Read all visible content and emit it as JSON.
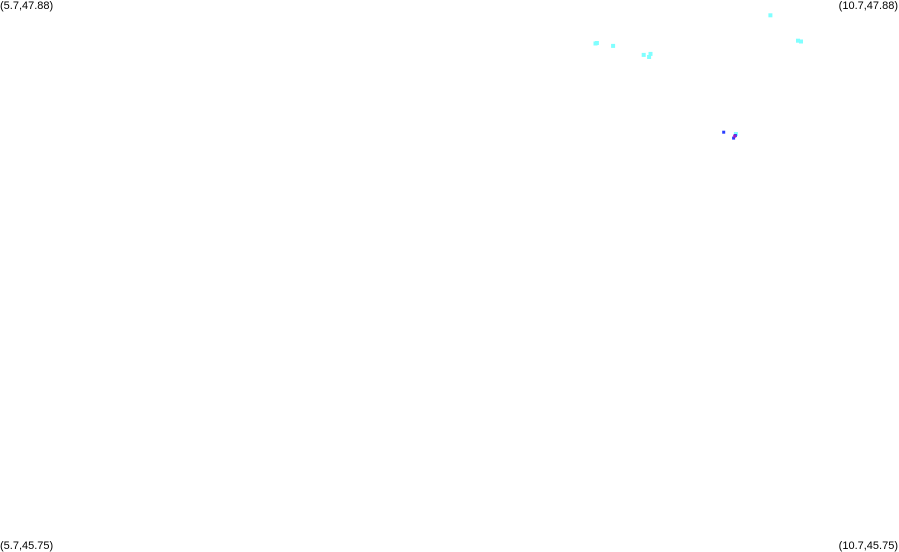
{
  "corners": {
    "top_left": "(5.7,47.88)",
    "top_right": "(10.7,47.88)",
    "bottom_left": "(5.7,45.75)",
    "bottom_right": "(10.7,45.75)"
  },
  "bounds": {
    "lon_min": 5.7,
    "lon_max": 10.7,
    "lat_min": 45.75,
    "lat_max": 47.88
  },
  "colors": {
    "light": "#80ffff",
    "dark": "#2a3dff",
    "accent": "#a020c0"
  },
  "spots": [
    {
      "name": "spot-cyan-1",
      "lon": 9.012,
      "lat": 47.712,
      "color": "light"
    },
    {
      "name": "spot-cyan-2",
      "lon": 9.02,
      "lat": 47.714,
      "color": "light"
    },
    {
      "name": "spot-cyan-3",
      "lon": 9.11,
      "lat": 47.703,
      "color": "light"
    },
    {
      "name": "spot-cyan-4",
      "lon": 9.28,
      "lat": 47.668,
      "color": "light"
    },
    {
      "name": "spot-cyan-5",
      "lon": 9.31,
      "lat": 47.66,
      "color": "light"
    },
    {
      "name": "spot-cyan-6",
      "lon": 9.318,
      "lat": 47.672,
      "color": "light"
    },
    {
      "name": "spot-cyan-7",
      "lon": 9.985,
      "lat": 47.821,
      "color": "light"
    },
    {
      "name": "spot-cyan-8",
      "lon": 10.138,
      "lat": 47.723,
      "color": "light"
    },
    {
      "name": "spot-cyan-9",
      "lon": 10.155,
      "lat": 47.72,
      "color": "light"
    },
    {
      "name": "spot-cyan-10",
      "lon": 9.793,
      "lat": 47.363,
      "color": "light"
    },
    {
      "name": "spot-blue-1",
      "lon": 9.725,
      "lat": 47.37,
      "color": "dark"
    },
    {
      "name": "spot-blue-2",
      "lon": 9.78,
      "lat": 47.347,
      "color": "dark"
    },
    {
      "name": "spot-blue-3",
      "lon": 9.79,
      "lat": 47.357,
      "color": "dark"
    },
    {
      "name": "spot-purple-1",
      "lon": 9.786,
      "lat": 47.355,
      "color": "accent"
    }
  ]
}
